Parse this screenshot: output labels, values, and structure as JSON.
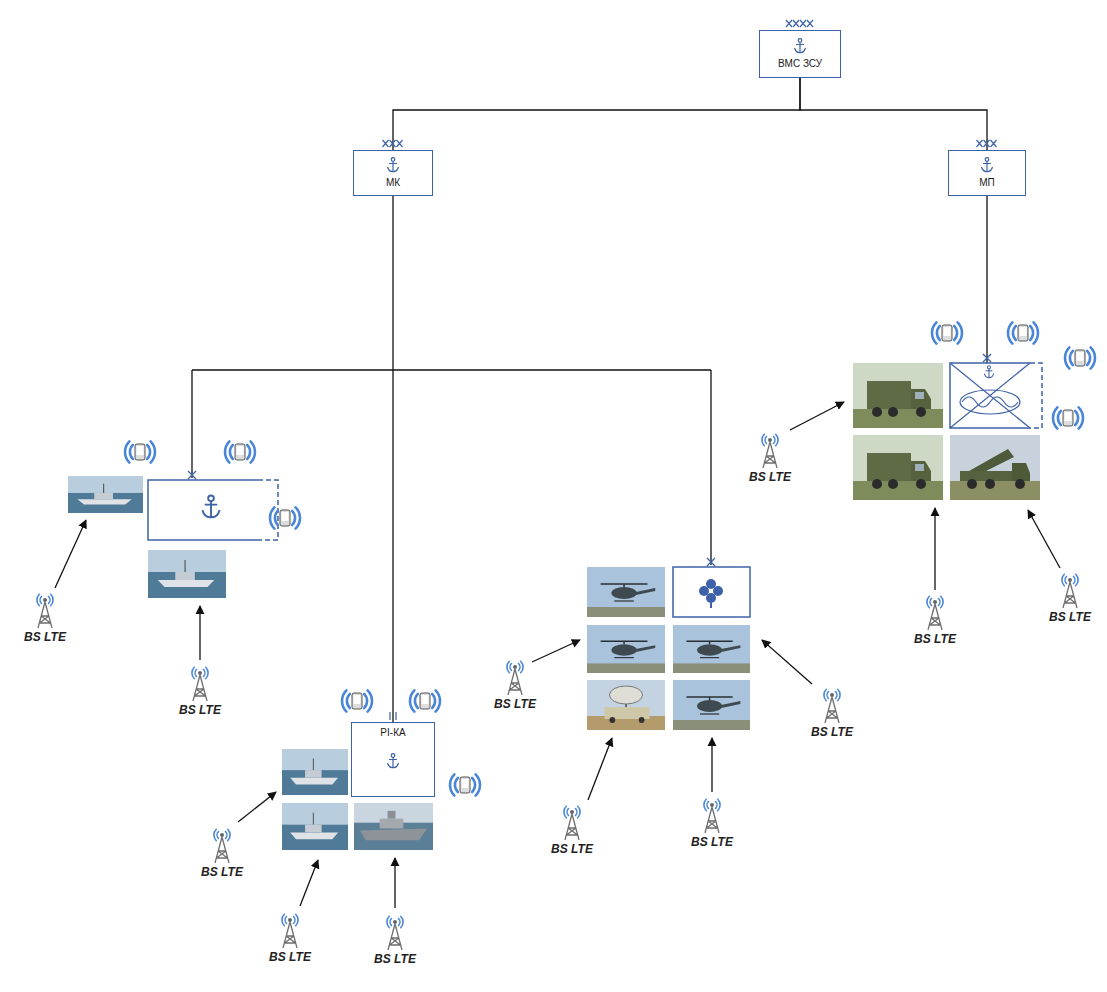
{
  "diagram": {
    "nodes": [
      {
        "text": [
          "ВМС ЗСУ"
        ]
      },
      {
        "text": [
          "МК"
        ]
      },
      {
        "text": [
          "МП"
        ]
      },
      {
        "text": [
          "РІ-КА"
        ]
      }
    ],
    "edges": [
      {
        "from": 0,
        "to": 1,
        "arrow": "none"
      },
      {
        "from": 0,
        "to": 2,
        "arrow": "none"
      },
      {
        "from": 1,
        "to": 3,
        "arrow": "none"
      }
    ],
    "labels": [
      "BS LTE",
      "BS LTE",
      "BS LTE",
      "BS LTE",
      "BS LTE",
      "BS LTE",
      "BS LTE",
      "BS LTE",
      "BS LTE",
      "BS LTE",
      "BS LTE",
      "BS LTE"
    ]
  }
}
